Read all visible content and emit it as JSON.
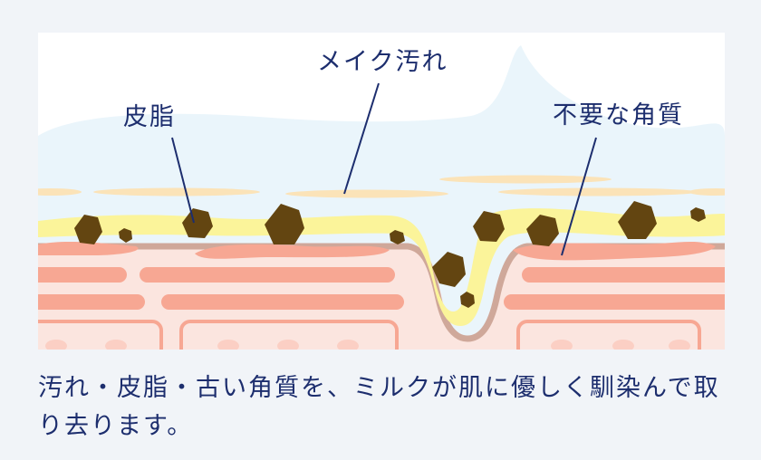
{
  "labels": {
    "makeup": "メイク汚れ",
    "sebum": "皮脂",
    "old_keratin": "不要な角質"
  },
  "caption": "汚れ・皮脂・古い角質を、ミルクが肌に優しく馴染んで取り去ります。",
  "colors": {
    "background": "#f1f4f8",
    "sky": "#eaf5fb",
    "cloud": "#ffffff",
    "makeup_layer": "#fbf49a",
    "sebum_particle": "#634511",
    "keratin": "#f7a793",
    "skin_base": "#fbe5df",
    "skin_line": "#cfa89a",
    "text": "#1d2e6e"
  }
}
